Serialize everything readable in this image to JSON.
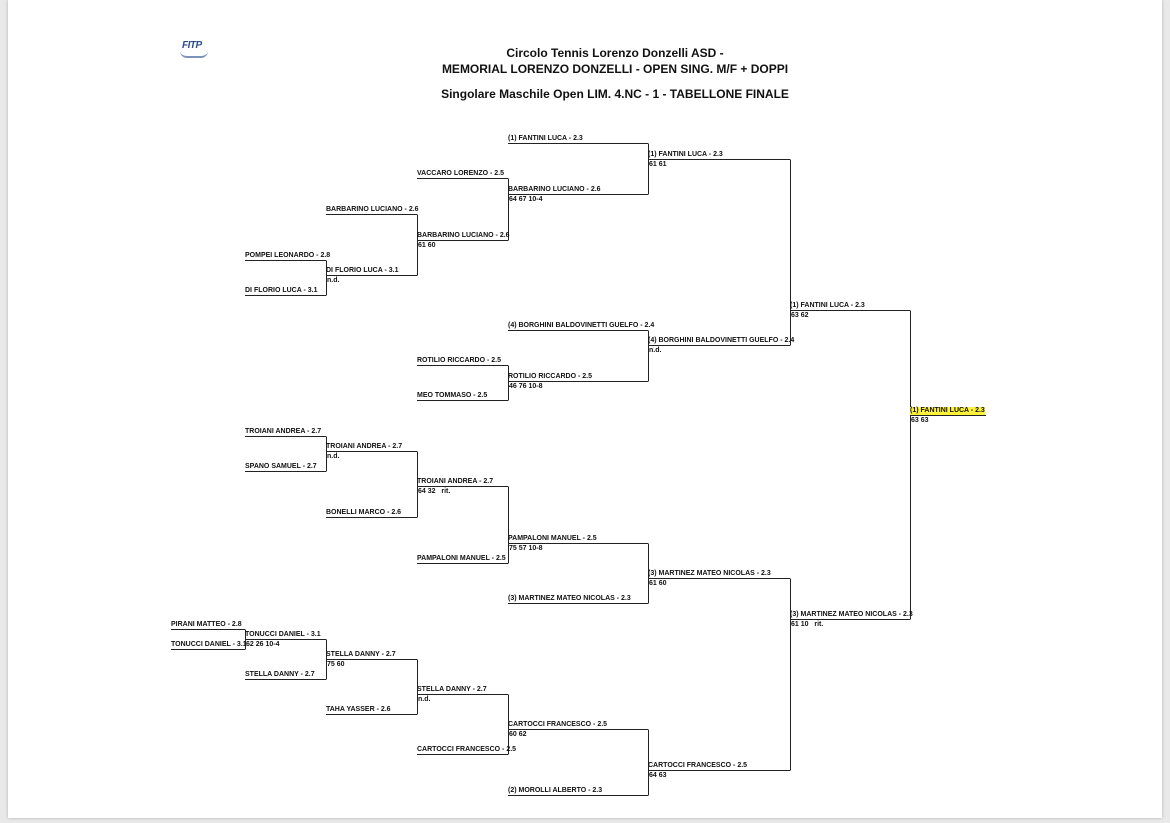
{
  "logo": {
    "text": "FITP"
  },
  "header": {
    "line1": "Circolo Tennis Lorenzo Donzelli ASD -",
    "line2": "MEMORIAL LORENZO DONZELLI - OPEN SING. M/F + DOPPI",
    "line3": "Singolare Maschile Open LIM. 4.NC - 1 - TABELLONE FINALE"
  },
  "rounds": {
    "r1": [
      {
        "player": "PIRANI MATTEO - 2.8"
      },
      {
        "player": "TONUCCI DANIEL - 3.1"
      }
    ],
    "r2": [
      {
        "player": "POMPEI LEONARDO - 2.8"
      },
      {
        "player": "DI FLORIO LUCA - 3.1"
      },
      {
        "player": "TROIANI ANDREA - 2.7"
      },
      {
        "player": "SPANO SAMUEL - 2.7"
      },
      {
        "player": "TONUCCI DANIEL - 3.1",
        "score": "62 26 10-4"
      },
      {
        "player": "STELLA DANNY - 2.7"
      }
    ],
    "r3": [
      {
        "player": "BARBARINO LUCIANO - 2.6"
      },
      {
        "player": "DI FLORIO LUCA - 3.1",
        "score": "n.d."
      },
      {
        "player": "TROIANI ANDREA - 2.7",
        "score": "n.d."
      },
      {
        "player": "BONELLI MARCO - 2.6"
      },
      {
        "player": "STELLA DANNY - 2.7",
        "score": "75 60"
      },
      {
        "player": "TAHA YASSER - 2.6"
      }
    ],
    "r4": [
      {
        "player": "VACCARO LORENZO - 2.5"
      },
      {
        "player": "BARBARINO LUCIANO - 2.6",
        "score": "61 60"
      },
      {
        "player": "ROTILIO RICCARDO - 2.5"
      },
      {
        "player": "MEO TOMMASO - 2.5"
      },
      {
        "player": "TROIANI ANDREA - 2.7",
        "score": "64 32   rit."
      },
      {
        "player": "PAMPALONI MANUEL - 2.5"
      },
      {
        "player": "STELLA DANNY - 2.7",
        "score": "n.d."
      },
      {
        "player": "CARTOCCI FRANCESCO - 2.5"
      }
    ],
    "r5": [
      {
        "player": "(1) FANTINI LUCA - 2.3"
      },
      {
        "player": "BARBARINO LUCIANO - 2.6",
        "score": "64 67 10-4"
      },
      {
        "player": "(4) BORGHINI BALDOVINETTI GUELFO - 2.4"
      },
      {
        "player": "ROTILIO RICCARDO - 2.5",
        "score": "46 76 10-8"
      },
      {
        "player": "PAMPALONI MANUEL - 2.5",
        "score": "75 57 10-8"
      },
      {
        "player": "(3) MARTINEZ MATEO NICOLAS - 2.3"
      },
      {
        "player": "CARTOCCI FRANCESCO - 2.5",
        "score": "60 62"
      },
      {
        "player": "(2) MOROLLI ALBERTO - 2.3"
      }
    ],
    "r6": [
      {
        "player": "(1) FANTINI LUCA - 2.3",
        "score": "61 61"
      },
      {
        "player": "(4) BORGHINI BALDOVINETTI GUELFO - 2.4",
        "score": "n.d."
      },
      {
        "player": "(3) MARTINEZ MATEO NICOLAS - 2.3",
        "score": "61 60"
      },
      {
        "player": "CARTOCCI FRANCESCO - 2.5",
        "score": "64 63"
      }
    ],
    "r7": [
      {
        "player": "(1) FANTINI LUCA - 2.3",
        "score": "63 62"
      },
      {
        "player": "(3) MARTINEZ MATEO NICOLAS - 2.3",
        "score": "61 10   rit."
      }
    ],
    "r8": [
      {
        "player": "(1) FANTINI LUCA - 2.3",
        "score": "63 63"
      }
    ]
  },
  "colors": {
    "winner_highlight": "#fff23a",
    "line": "#222222"
  }
}
